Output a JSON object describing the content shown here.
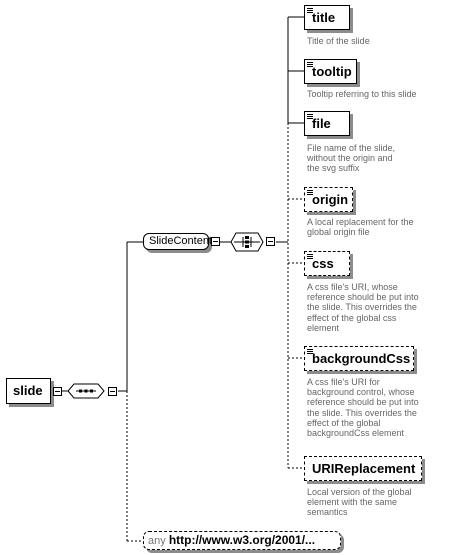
{
  "root": {
    "label": "slide"
  },
  "complex_type": {
    "label": "SlideContent"
  },
  "elements": [
    {
      "name": "title",
      "optional": false,
      "description": "Title of the slide"
    },
    {
      "name": "tooltip",
      "optional": false,
      "description": "Tooltip referring to this slide"
    },
    {
      "name": "file",
      "optional": false,
      "description": "File name of the slide, without the origin and the svg suffix"
    },
    {
      "name": "origin",
      "optional": true,
      "description": "A local replacement for the global origin file"
    },
    {
      "name": "css",
      "optional": true,
      "description": "A css file's URI, whose reference should be put into the slide. This overrides the effect of the global css element"
    },
    {
      "name": "backgroundCss",
      "optional": true,
      "description": "A css file's URI for background control, whose reference should be put into the slide. This overrides the effect of the global backgroundCss element"
    },
    {
      "name": "URIReplacement",
      "optional": true,
      "description": "Local version of the global element with the same semantics"
    }
  ],
  "any": {
    "keyword": "any",
    "namespace": "http://www.w3.org/2001/..."
  },
  "colors": {
    "line": "#000000",
    "shadow": "#8c8c8c",
    "description": "#666666"
  }
}
